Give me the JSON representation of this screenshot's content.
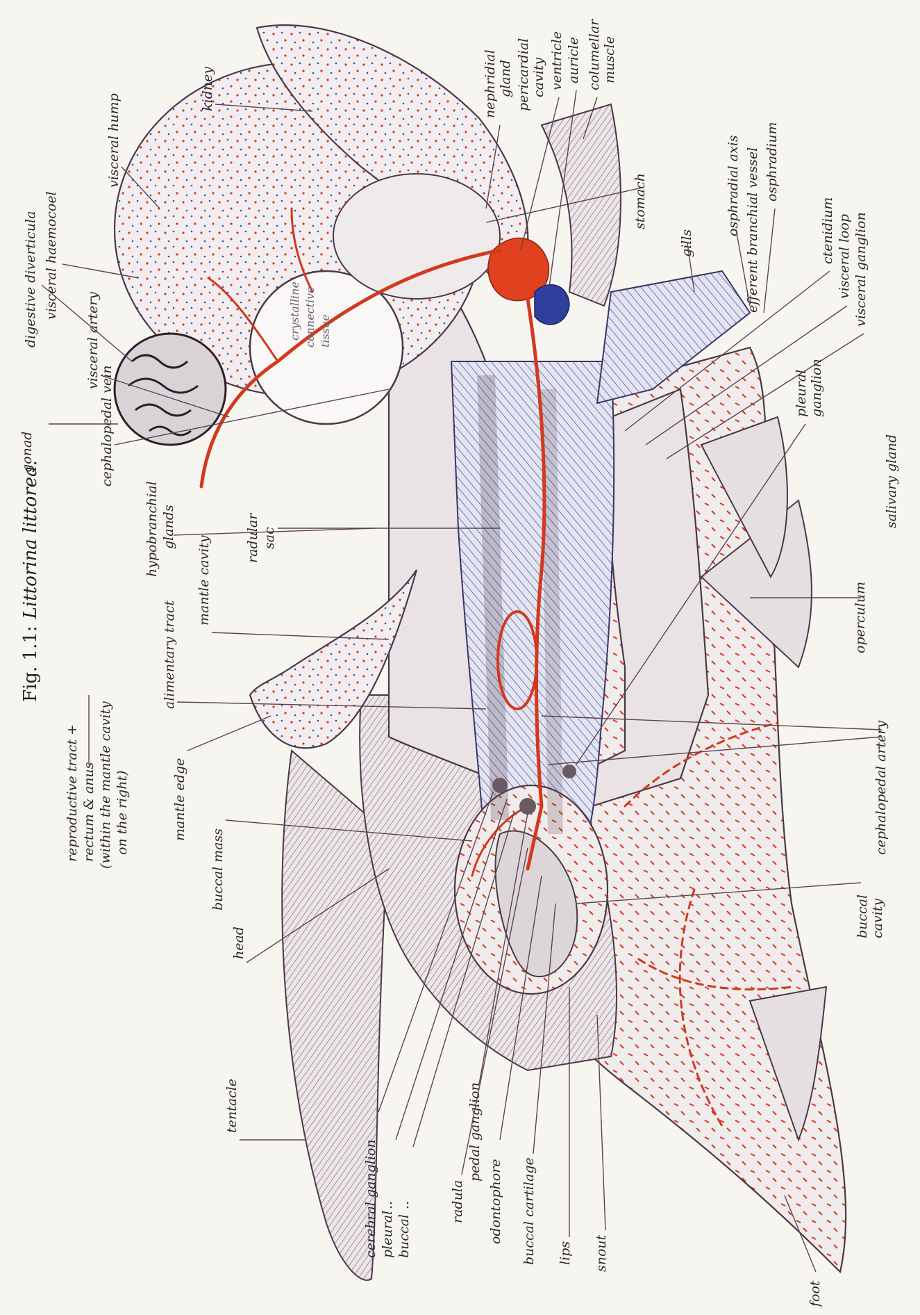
{
  "figure": {
    "title_prefix": "Fig. 1.1:",
    "title_species": "Littorina littorea."
  },
  "labels": {
    "reproductive_tract": [
      "reproductive tract +",
      "rectum & anus",
      "(within the mantle cavity",
      "on the right)"
    ],
    "tentacle": "tentacle",
    "head": "head",
    "cerebral_ganglion": "cerebral ganglion",
    "pleural": "pleural",
    "buccal": "buccal",
    "ditto_1": "..",
    "ditto_2": "..",
    "pedal_ganglion": "pedal ganglion",
    "radula": "radula",
    "odontophore": "odontophore",
    "buccal_cartilage": "buccal cartilage",
    "lips": "lips",
    "snout": "snout",
    "foot": "foot",
    "buccal_mass": "buccal mass",
    "mantle_edge": "mantle edge",
    "alimentary_tract": "alimentary tract",
    "mantle_cavity": "mantle cavity",
    "hypobranchial_glands": [
      "hypobranchial",
      "glands"
    ],
    "radular_sac": [
      "radular",
      "sac"
    ],
    "cephalopedal_vein": "cephalopedal vein",
    "visceral_artery": "visceral artery",
    "gonad": "gonad",
    "digestive_diverticula": "digestive diverticula",
    "visceral_haemocoel": "visceral haemocoel",
    "visceral_hump": "visceral hump",
    "kidney": "kidney",
    "nephridial_gland": [
      "nephridial",
      "gland"
    ],
    "pericardial_cavity": [
      "pericardial",
      "cavity"
    ],
    "ventricle": "ventricle",
    "auricle": "auricle",
    "columellar_muscle": [
      "columellar",
      "muscle"
    ],
    "stomach": "stomach",
    "gills": "gills",
    "osphradial_axis": "osphradial axis",
    "efferent_branchial_vessel": "efferent branchial vessel",
    "osphradium": "osphradium",
    "ctenidium": "ctenidium",
    "visceral_loop": "visceral loop",
    "visceral_ganglion": "visceral ganglion",
    "pleural_ganglion": [
      "pleural",
      "ganglion"
    ],
    "salivary_gland": "salivary gland",
    "operculum": "operculum",
    "cephalopedal_artery": "cephalopedal artery",
    "buccal_cavity": [
      "buccal",
      "cavity"
    ],
    "crystalline_connective_tissue": [
      "crystalline",
      "connective",
      "tissue"
    ]
  },
  "colors": {
    "artery_red": "#d2391e",
    "vein_blue": "#2f3f9e",
    "outline": "#4a3848",
    "paper": "#f7f5ef"
  }
}
